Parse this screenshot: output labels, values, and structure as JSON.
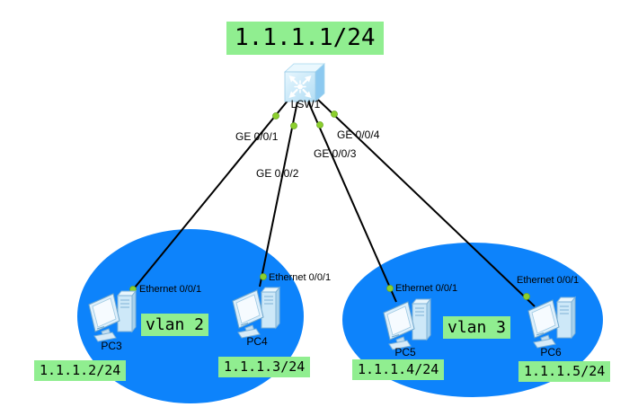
{
  "diagram": {
    "title": "1.1.1.1/24",
    "switch": {
      "name": "LSW1",
      "icon": "lan-switch-icon",
      "ports": [
        "GE 0/0/1",
        "GE 0/0/2",
        "GE 0/0/3",
        "GE 0/0/4"
      ]
    },
    "vlans": [
      {
        "label": "vlan 2"
      },
      {
        "label": "vlan 3"
      }
    ],
    "pcs": [
      {
        "name": "PC3",
        "ip": "1.1.1.2/24",
        "port": "Ethernet 0/0/1",
        "vlan": "vlan 2",
        "icon": "desktop-pc-icon"
      },
      {
        "name": "PC4",
        "ip": "1.1.1.3/24",
        "port": "Ethernet 0/0/1",
        "vlan": "vlan 2",
        "icon": "desktop-pc-icon"
      },
      {
        "name": "PC5",
        "ip": "1.1.1.4/24",
        "port": "Ethernet 0/0/1",
        "vlan": "vlan 3",
        "icon": "desktop-pc-icon"
      },
      {
        "name": "PC6",
        "ip": "1.1.1.5/24",
        "port": "Ethernet 0/0/1",
        "vlan": "vlan 3",
        "icon": "desktop-pc-icon"
      }
    ],
    "colors": {
      "vlan_ellipse": "#0d83fb",
      "label_background": "#90EE90",
      "link_line": "#000000",
      "port_dot": "#8ccf2c",
      "label_text": "#000000"
    }
  }
}
